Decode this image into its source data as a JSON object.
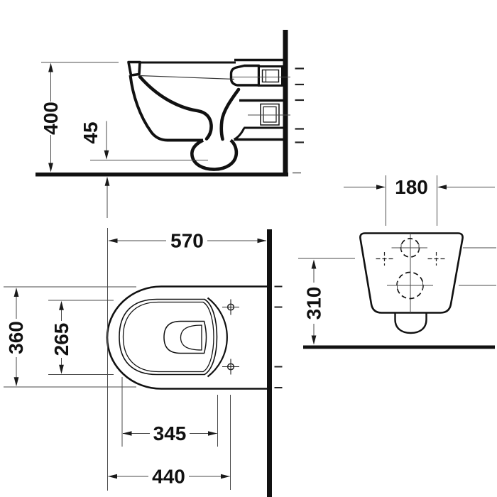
{
  "drawing": {
    "type": "technical-dimension-drawing",
    "subject": "wall-hung toilet",
    "colors": {
      "line": "#111111",
      "dim_line": "#4a4a4a",
      "background": "#ffffff"
    }
  },
  "views": {
    "side": {
      "label": "side-elevation",
      "dims": [
        {
          "id": "overall-height",
          "value": "400"
        },
        {
          "id": "trap-clearance",
          "value": "45"
        }
      ]
    },
    "plan": {
      "label": "plan-top-view",
      "dims": [
        {
          "id": "overall-depth",
          "value": "570"
        },
        {
          "id": "overall-width",
          "value": "360"
        },
        {
          "id": "bowl-inner-width",
          "value": "265"
        },
        {
          "id": "seat-opening-length",
          "value": "345"
        },
        {
          "id": "front-to-fixing-holes",
          "value": "440"
        }
      ]
    },
    "front": {
      "label": "rear-wall-view",
      "dims": [
        {
          "id": "fixing-hole-centres",
          "value": "180"
        },
        {
          "id": "outlet-axis-height",
          "value": "310"
        }
      ]
    }
  }
}
